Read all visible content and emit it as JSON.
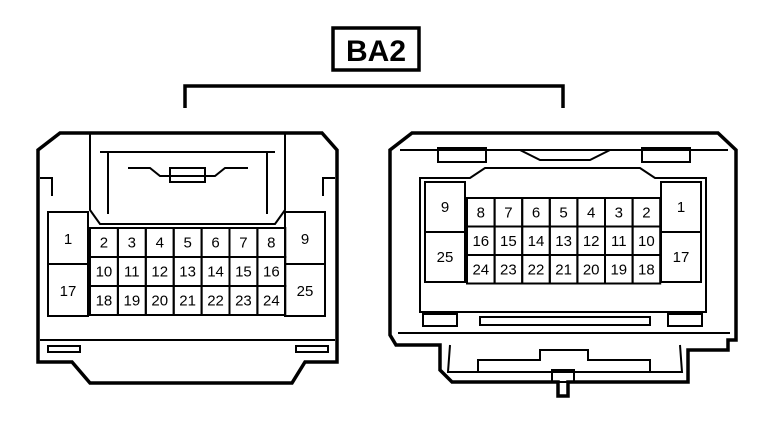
{
  "title": "BA2",
  "left_connector": {
    "side_left": [
      "1",
      "17"
    ],
    "side_right": [
      "9",
      "25"
    ],
    "row1": [
      "2",
      "3",
      "4",
      "5",
      "6",
      "7",
      "8"
    ],
    "row2": [
      "10",
      "11",
      "12",
      "13",
      "14",
      "15",
      "16"
    ],
    "row3": [
      "18",
      "19",
      "20",
      "21",
      "22",
      "23",
      "24"
    ]
  },
  "right_connector": {
    "side_left": [
      "9",
      "25"
    ],
    "side_right": [
      "1",
      "17"
    ],
    "row1": [
      "8",
      "7",
      "6",
      "5",
      "4",
      "3",
      "2"
    ],
    "row2": [
      "16",
      "15",
      "14",
      "13",
      "12",
      "11",
      "10"
    ],
    "row3": [
      "24",
      "23",
      "22",
      "21",
      "20",
      "19",
      "18"
    ]
  }
}
